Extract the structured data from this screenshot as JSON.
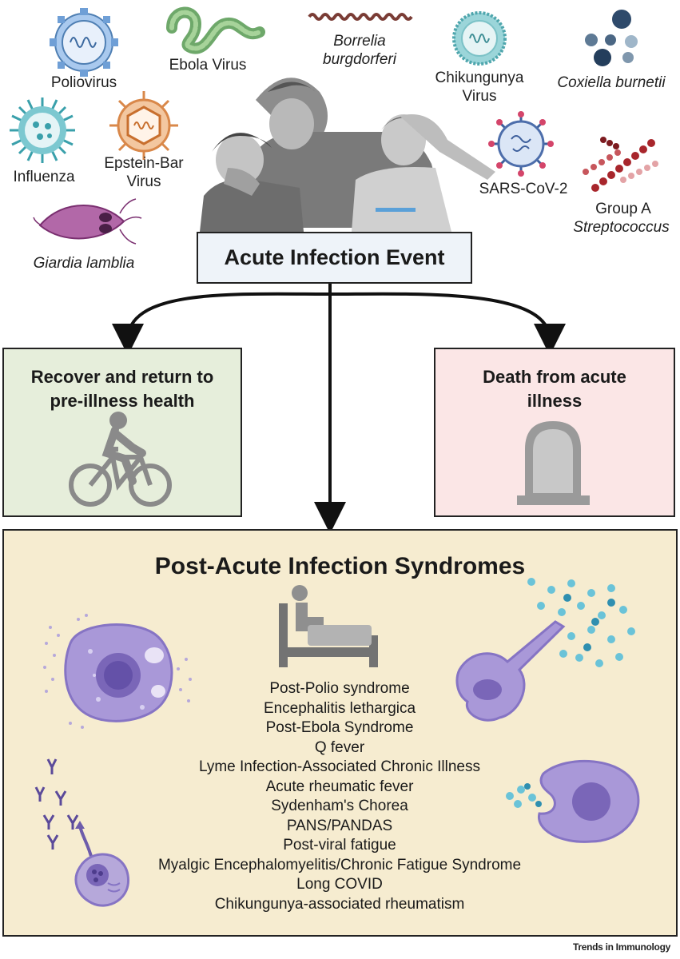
{
  "pathogens": {
    "poliovirus": "Poliovirus",
    "ebola": "Ebola Virus",
    "borrelia_line1": "Borrelia",
    "borrelia_line2": "burgdorferi",
    "chikungunya_line1": "Chikungunya",
    "chikungunya_line2": "Virus",
    "coxiella": "Coxiella burnetii",
    "influenza": "Influenza",
    "ebv_line1": "Epstein-Bar",
    "ebv_line2": "Virus",
    "sars": "SARS-CoV-2",
    "strep_line1": "Group A",
    "strep_line2": "Streptococcus",
    "giardia": "Giardia lamblia"
  },
  "event": {
    "title": "Acute Infection Event"
  },
  "outcomes": {
    "recover_line1": "Recover and return to",
    "recover_line2": "pre-illness health",
    "death_line1": "Death from acute",
    "death_line2": "illness"
  },
  "pais": {
    "title": "Post-Acute Infection Syndromes",
    "syndromes": [
      "Post-Polio syndrome",
      "Encephalitis lethargica",
      "Post-Ebola Syndrome",
      "Q fever",
      "Lyme Infection-Associated Chronic Illness",
      "Acute rheumatic fever",
      "Sydenham's Chorea",
      "PANS/PANDAS",
      "Post-viral fatigue",
      "Myalgic Encephalomyelitis/Chronic Fatigue Syndrome",
      "Long COVID",
      "Chikungunya-associated rheumatism"
    ]
  },
  "footer": "Trends in Immunology",
  "colors": {
    "recover_bg": "#e6eedb",
    "death_bg": "#fbe6e6",
    "pais_bg": "#f6ecd0",
    "event_bg": "#eef3f9",
    "icon_gray": "#8a8a8a",
    "cell_purple": "#b8aee0",
    "virus_teal": "#5fb8c4"
  },
  "icons": [
    "poliovirus-icon",
    "ebola-virus-icon",
    "borrelia-icon",
    "chikungunya-virus-icon",
    "coxiella-icon",
    "influenza-icon",
    "epstein-barr-virus-icon",
    "sars-cov-2-icon",
    "streptococcus-icon",
    "giardia-icon",
    "sick-people-illustration",
    "cyclist-icon",
    "tombstone-icon",
    "bedridden-patient-icon",
    "immune-cell-icon",
    "neuron-icon",
    "macrophage-icon",
    "plasma-cell-icon"
  ]
}
